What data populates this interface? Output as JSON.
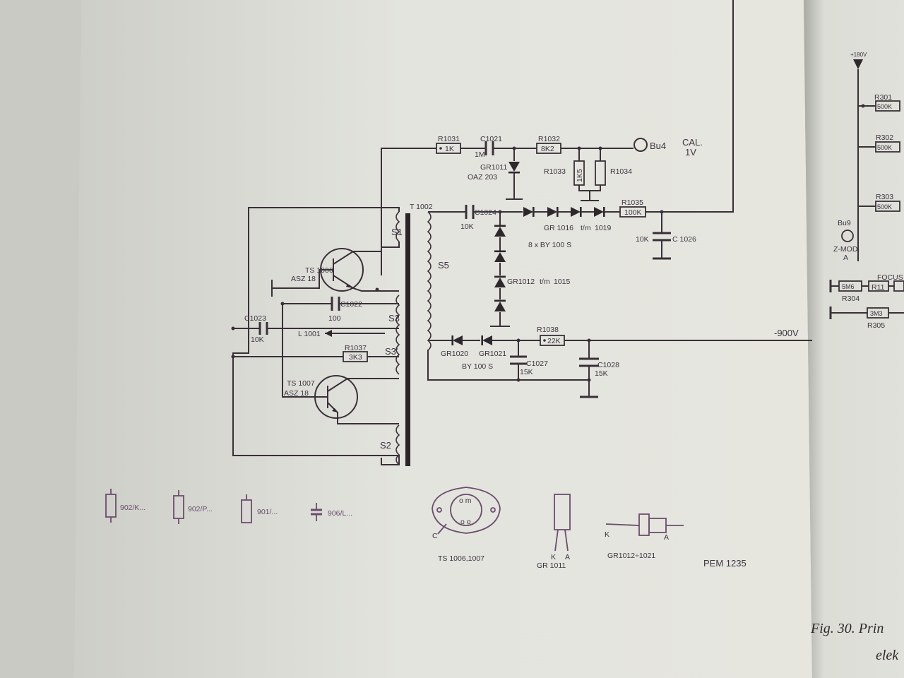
{
  "labels": {
    "r1031": "R1031",
    "r1031_val": "1K",
    "c1021": "C1021",
    "c1021_val": "1M",
    "r1032": "R1032",
    "r1032_val": "8K2",
    "bu4": "Bu4",
    "cal": "CAL.",
    "cal_v": "1V",
    "gr1011": "GR1011",
    "oaz203": "OAZ 203",
    "r1033": "R1033",
    "r1033_val": "1K5",
    "r1034": "R1034",
    "t1002": "T 1002",
    "c1024": "C1024",
    "c1024_val": "10K",
    "gr1016": "GR 1016",
    "tm1": "t/m",
    "gr1019": "1019",
    "r1035": "R1035",
    "r1035_val": "100K",
    "c1026": "C 1026",
    "c1026_val": "10K",
    "by100s_8x": "8 x BY 100 S",
    "gr1012": "GR1012",
    "tm2": "t/m",
    "gr1015": "1015",
    "s1": "S1",
    "s5": "S5",
    "s3": "S3",
    "s3p": "S3'",
    "s2": "S2",
    "ts1006": "TS 1006",
    "asz18a": "ASZ 18",
    "c1022": "C1022",
    "c1022_val": "100",
    "c1023": "C1023",
    "c1023_val": "10K",
    "l1001": "L 1001",
    "r1037": "R1037",
    "r1037_val": "3K3",
    "ts1007": "TS 1007",
    "asz18b": "ASZ 18",
    "gr1020": "GR1020",
    "gr1021": "GR1021",
    "by100s": "BY 100 S",
    "r1038": "R1038",
    "r1038_val": "22K",
    "c1027": "C1027",
    "c1027_val": "15K",
    "c1028": "C1028",
    "c1028_val": "15K",
    "minus900": "-900V"
  },
  "legend": {
    "item1": "902/K...",
    "item2": "902/P...",
    "item3": "901/...",
    "item4": "906/L..."
  },
  "packages": {
    "ts": "TS 1006,1007",
    "ts_c": "C",
    "gr1011": "GR 1011",
    "k1": "K",
    "a1": "A",
    "gr1012_1021": "GR1012÷1021",
    "k2": "K",
    "a2": "A",
    "pem": "PEM 1235"
  },
  "right_page": {
    "plus180": "+180V",
    "r301": "R301",
    "r301_val": "500K",
    "r302": "R302",
    "r302_val": "500K",
    "r303": "R303",
    "r303_val": "500K",
    "bu9": "Bu9",
    "zmod": "Z-MOD.",
    "zmod_a": "A",
    "focus": "FOCUS",
    "r304": "R304",
    "r304_val": "5M6",
    "r11": "R11",
    "r305": "R305",
    "r305_val": "3M3",
    "fig": "Fig. 30. Prin",
    "elek": "elek"
  }
}
